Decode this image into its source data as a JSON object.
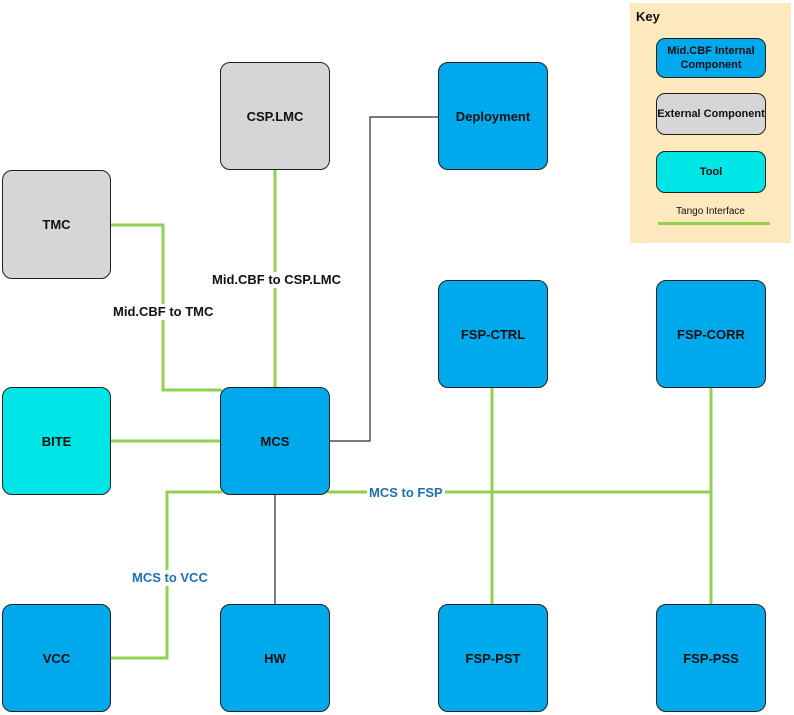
{
  "nodes": {
    "csp_lmc": "CSP.LMC",
    "deployment": "Deployment",
    "tmc": "TMC",
    "bite": "BITE",
    "mcs": "MCS",
    "vcc": "VCC",
    "hw": "HW",
    "fsp_ctrl": "FSP-CTRL",
    "fsp_corr": "FSP-CORR",
    "fsp_pst": "FSP-PST",
    "fsp_pss": "FSP-PSS"
  },
  "edge_labels": {
    "csp_lmc": "Mid.CBF to CSP.LMC",
    "tmc": "Mid.CBF to TMC",
    "fsp": "MCS to FSP",
    "vcc": "MCS to VCC"
  },
  "key": {
    "title": "Key",
    "internal": "Mid.CBF Internal Component",
    "external": "External Component",
    "tool": "Tool",
    "tango": "Tango Interface"
  },
  "colors": {
    "internal": "#00a8ec",
    "external": "#d6d6d6",
    "tool": "#00e6e6",
    "tango_line": "#92d050",
    "blue_label": "#1f6fb5",
    "key_background": "#fde9bd"
  }
}
